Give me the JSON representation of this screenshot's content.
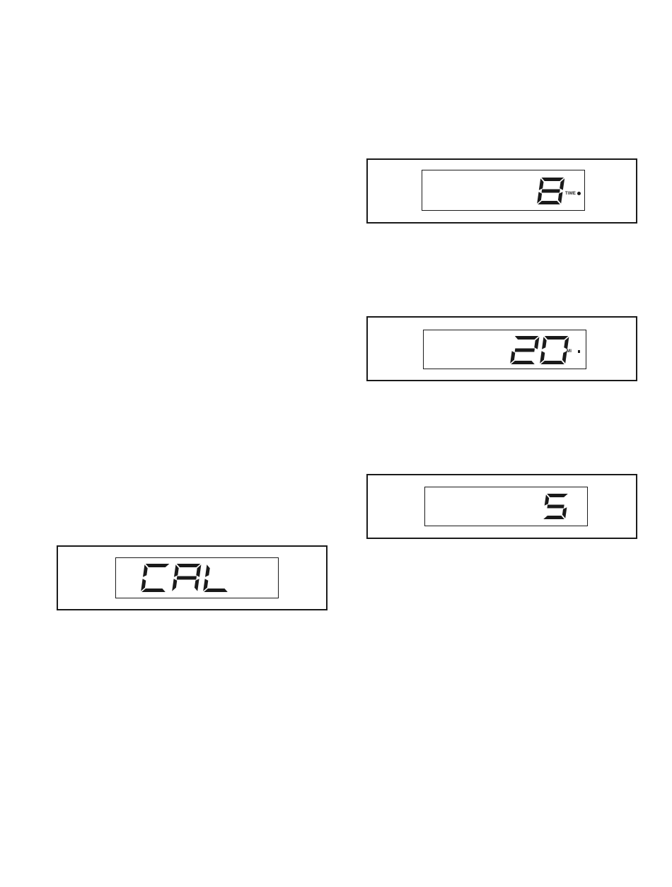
{
  "displays": {
    "time": {
      "readout": "8",
      "indicator_label": "TIME"
    },
    "distance": {
      "readout": "20",
      "unit_label": "MI"
    },
    "speed": {
      "readout": "5"
    },
    "calories": {
      "readout": "CAL"
    }
  },
  "colors": {
    "ink": "#1a1a1a",
    "paper": "#ffffff"
  }
}
